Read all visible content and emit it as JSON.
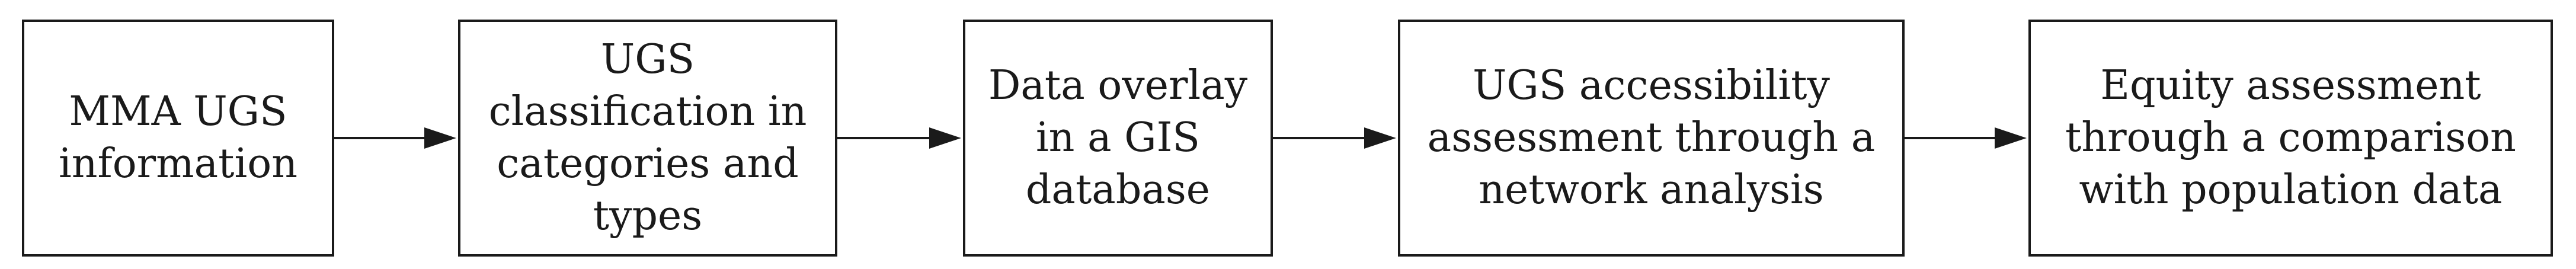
{
  "flowchart": {
    "steps": [
      {
        "label": "MMA UGS\ninformation"
      },
      {
        "label": "UGS\nclassification in\ncategories and\ntypes"
      },
      {
        "label": "Data overlay\nin a GIS\ndatabase"
      },
      {
        "label": "UGS accessibility\nassessment through a\nnetwork analysis"
      },
      {
        "label": "Equity assessment\nthrough a comparison\nwith population data"
      }
    ],
    "colors": {
      "stroke": "#1a1a1a",
      "background": "#ffffff"
    }
  }
}
